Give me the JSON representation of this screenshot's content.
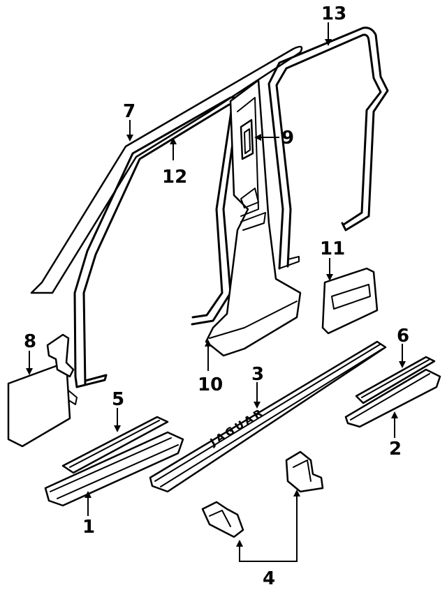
{
  "callouts": {
    "c1": "1",
    "c2": "2",
    "c3": "3",
    "c4": "4",
    "c5": "5",
    "c6": "6",
    "c7": "7",
    "c8": "8",
    "c9": "9",
    "c10": "10",
    "c11": "11",
    "c12": "12",
    "c13": "13"
  },
  "sill_badge_text": "JAGUAR"
}
